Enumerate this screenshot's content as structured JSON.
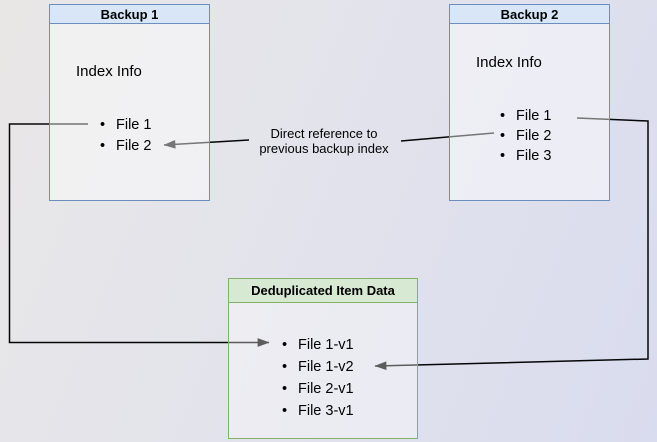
{
  "diagram": {
    "type": "backup-deduplication-diagram",
    "boxes": {
      "backup1": {
        "title": "Backup 1",
        "label": "Index Info",
        "items": [
          "File 1",
          "File 2"
        ]
      },
      "backup2": {
        "title": "Backup 2",
        "label": "Index Info",
        "items": [
          "File 1",
          "File 2",
          "File 3"
        ]
      },
      "dedup": {
        "title": "Deduplicated Item Data",
        "items": [
          "File 1-v1",
          "File 1-v2",
          "File 2-v1",
          "File 3-v1"
        ]
      }
    },
    "annotation": {
      "line1": "Direct reference to",
      "line2": "previous backup index"
    },
    "colors": {
      "blue_header_fill": "#d8e6f7",
      "blue_border": "#6c8ebf",
      "green_header_fill": "#d7e8d3",
      "green_border": "#82b366",
      "connector": "#060606",
      "background_left": "#e9e7e6",
      "background_right": "#d9dcee"
    }
  }
}
